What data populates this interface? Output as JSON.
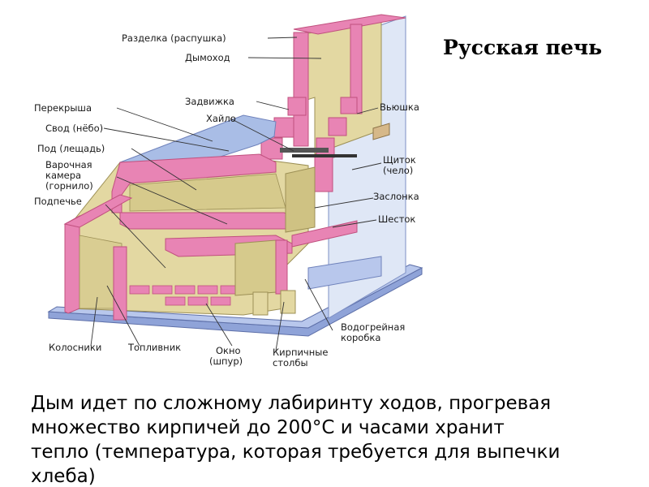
{
  "title": "Русская печь",
  "labels": {
    "razdelka": "Разделка (распушка)",
    "dymokhod": "Дымоход",
    "zadvizhka": "Задвижка",
    "khailo": "Хайло",
    "vyushka": "Вьюшка",
    "perekrysha": "Перекрыша",
    "svod": "Свод (нёбо)",
    "pod": "Под (лещадь)",
    "varochnaya_1": "Варочная",
    "varochnaya_2": "камера",
    "varochnaya_3": "(горнило)",
    "shchitok_1": "Щиток",
    "shchitok_2": "(чело)",
    "zaslonka": "Заслонка",
    "podpeche": "Подпечье",
    "shestok": "Шесток",
    "vodogreinaya_1": "Водогрейная",
    "vodogreinaya_2": "коробка",
    "kolosniki": "Колосники",
    "toplivnik": "Топливник",
    "okno_1": "Окно",
    "okno_2": "(шпур)",
    "kirpichnye_1": "Кирпичные",
    "kirpichnye_2": "столбы"
  },
  "caption": {
    "line1": "Дым идет по сложному лабиринту ходов, прогревая",
    "line2": "множество кирпичей до 200°С и часами хранит",
    "line3": "тепло (температура, которая требуется для выпечки",
    "line4": "хлеба)"
  },
  "colors": {
    "brick": "#e884b4",
    "brick_edge": "#c0507e",
    "clay": "#e3d8a2",
    "clay_dark": "#c9bd7f",
    "wall_blue": "#d7e1f3",
    "top_blue": "#a9bde6",
    "base_blue": "#8fa3d8"
  }
}
